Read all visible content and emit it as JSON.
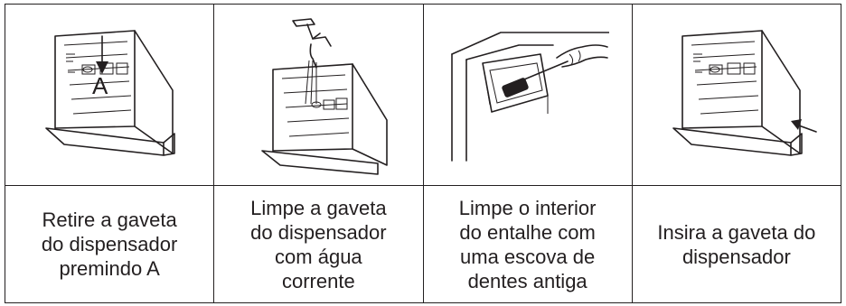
{
  "steps": [
    {
      "illustration": "drawer-removal-press-A",
      "label_A": "A",
      "caption": "Retire a gaveta\ndo dispensador\npremindo A"
    },
    {
      "illustration": "drawer-rinse-tap",
      "caption": "Limpe a gaveta\ndo dispensador\ncom água\ncorrente"
    },
    {
      "illustration": "recess-toothbrush",
      "caption": "Limpe o interior\ndo entalhe com\numa escova de\ndentes antiga"
    },
    {
      "illustration": "drawer-insert-arrow",
      "caption": "Insira a gaveta do\ndispensador"
    }
  ]
}
